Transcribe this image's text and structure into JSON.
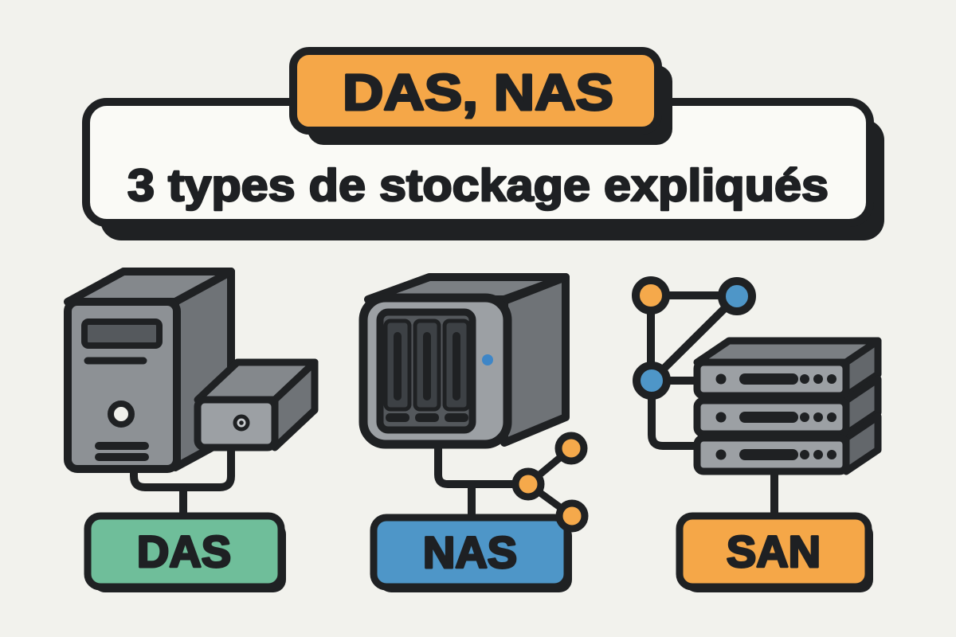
{
  "title": {
    "banner": "DAS, NAS",
    "subtitle": "3 types de stockage expliqués"
  },
  "items": [
    {
      "label": "DAS",
      "icon": "computer-tower-with-external-drive-icon",
      "color": "#6FBE9A"
    },
    {
      "label": "NAS",
      "icon": "nas-enclosure-3-bay-icon",
      "color": "#4E96C8"
    },
    {
      "label": "SAN",
      "icon": "server-stack-with-network-nodes-icon",
      "color": "#F5A748"
    }
  ],
  "colors": {
    "background": "#F2F2ED",
    "outline": "#1F2123",
    "banner_orange": "#F5A748",
    "title_box_white": "#FAFAF6",
    "node_orange": "#F5A94B",
    "node_blue": "#4E96C8",
    "led_blue": "#3E86C7"
  }
}
